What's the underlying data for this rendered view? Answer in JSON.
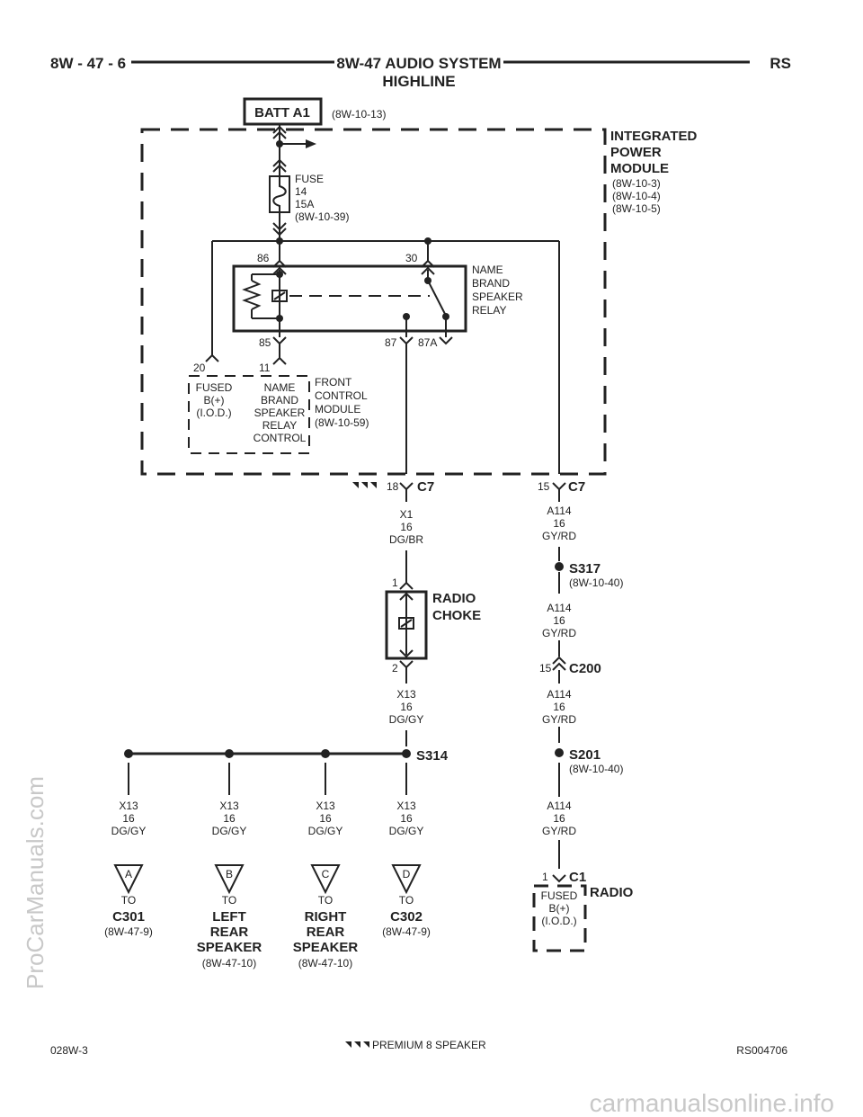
{
  "header": {
    "page_ref": "8W - 47 - 6",
    "title_line1": "8W-47 AUDIO SYSTEM",
    "title_line2": "HIGHLINE",
    "code": "RS"
  },
  "top": {
    "batt_label": "BATT A1",
    "batt_ref": "(8W-10-13)"
  },
  "ipm": {
    "name_line1": "INTEGRATED",
    "name_line2": "POWER",
    "name_line3": "MODULE",
    "ref1": "(8W-10-3)",
    "ref2": "(8W-10-4)",
    "ref3": "(8W-10-5)"
  },
  "fuse": {
    "line1": "FUSE",
    "line2": "14",
    "line3": "15A",
    "ref": "(8W-10-39)"
  },
  "relay": {
    "pin86": "86",
    "pin30": "30",
    "pin85": "85",
    "pin87": "87",
    "pin87a": "87A",
    "name_line1": "NAME",
    "name_line2": "BRAND",
    "name_line3": "SPEAKER",
    "name_line4": "RELAY"
  },
  "fcm": {
    "pin20": "20",
    "pin11": "11",
    "fused_line1": "FUSED",
    "fused_line2": "B(+)",
    "fused_line3": "(I.O.D.)",
    "ctrl_line1": "NAME",
    "ctrl_line2": "BRAND",
    "ctrl_line3": "SPEAKER",
    "ctrl_line4": "RELAY",
    "ctrl_line5": "CONTROL",
    "name_line1": "FRONT",
    "name_line2": "CONTROL",
    "name_line3": "MODULE",
    "ref": "(8W-10-59)"
  },
  "c7_left": {
    "pin": "18",
    "connector": "C7",
    "wire_circuit": "X1",
    "wire_gauge": "16",
    "wire_color": "DG/BR"
  },
  "c7_right": {
    "pin": "15",
    "connector": "C7",
    "wire_circuit": "A114",
    "wire_gauge": "16",
    "wire_color": "GY/RD"
  },
  "choke": {
    "pin1": "1",
    "pin2": "2",
    "name_line1": "RADIO",
    "name_line2": "CHOKE",
    "out_circuit": "X13",
    "out_gauge": "16",
    "out_color": "DG/GY"
  },
  "s317": {
    "name": "S317",
    "ref": "(8W-10-40)",
    "wire_circuit": "A114",
    "wire_gauge": "16",
    "wire_color": "GY/RD"
  },
  "c200": {
    "pin": "15",
    "name": "C200",
    "wire_circuit": "A114",
    "wire_gauge": "16",
    "wire_color": "GY/RD"
  },
  "s201": {
    "name": "S201",
    "ref": "(8W-10-40)",
    "wire_circuit": "A114",
    "wire_gauge": "16",
    "wire_color": "GY/RD"
  },
  "s314": {
    "name": "S314"
  },
  "radio": {
    "pin": "1",
    "connector": "C1",
    "name": "RADIO",
    "fused_line1": "FUSED",
    "fused_line2": "B(+)",
    "fused_line3": "(I.O.D.)"
  },
  "branches": [
    {
      "circuit": "X13",
      "gauge": "16",
      "color": "DG/GY",
      "letter": "A",
      "to": "TO",
      "dest1": "C301",
      "dest2": "",
      "dest3": "",
      "ref": "(8W-47-9)"
    },
    {
      "circuit": "X13",
      "gauge": "16",
      "color": "DG/GY",
      "letter": "B",
      "to": "TO",
      "dest1": "LEFT",
      "dest2": "REAR",
      "dest3": "SPEAKER",
      "ref": "(8W-47-10)"
    },
    {
      "circuit": "X13",
      "gauge": "16",
      "color": "DG/GY",
      "letter": "C",
      "to": "TO",
      "dest1": "RIGHT",
      "dest2": "REAR",
      "dest3": "SPEAKER",
      "ref": "(8W-47-10)"
    },
    {
      "circuit": "X13",
      "gauge": "16",
      "color": "DG/GY",
      "letter": "D",
      "to": "TO",
      "dest1": "C302",
      "dest2": "",
      "dest3": "",
      "ref": "(8W-47-9)"
    }
  ],
  "footer": {
    "left": "028W-3",
    "legend": "PREMIUM 8 SPEAKER",
    "right": "RS004706"
  },
  "watermarks": {
    "side": "ProCarManuals.com",
    "bottom": "carmanualsonline.info"
  }
}
